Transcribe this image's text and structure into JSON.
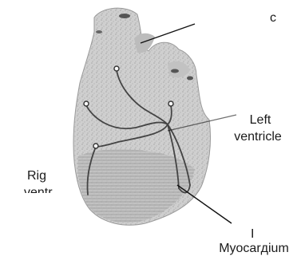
{
  "labels": {
    "top_right_fragment": "c",
    "left_ventricle_line1": "Left",
    "left_ventricle_line2": "ventricle",
    "right_ventricle_fragment_1": "Rig",
    "right_ventricle_fragment_2": "ventr",
    "myocardium_marker": "I",
    "myocardium": "Myocarдium"
  }
}
